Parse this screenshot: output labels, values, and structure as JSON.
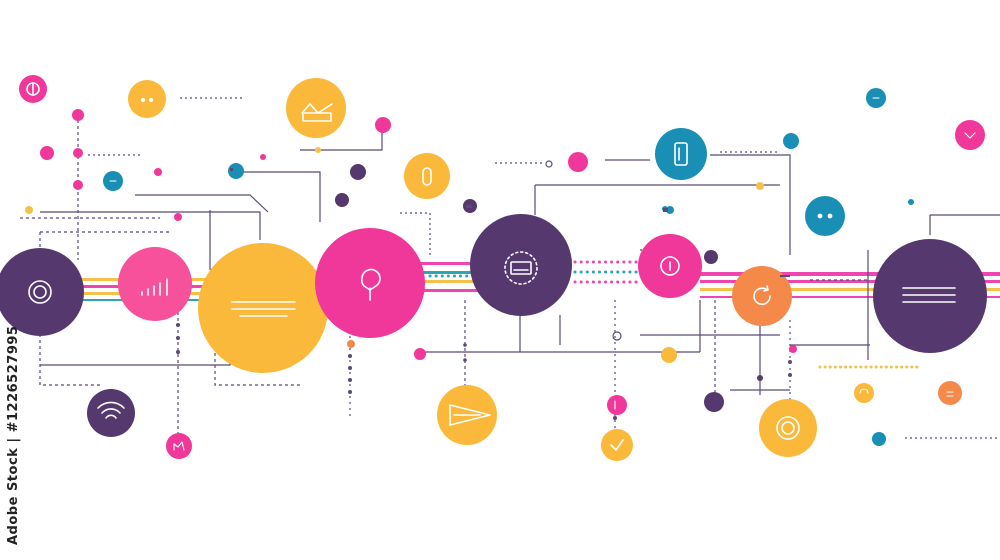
{
  "watermark": {
    "text": "Adobe Stock | #1226527995"
  },
  "palette": {
    "purple": "#54386e",
    "pink": "#f0379a",
    "yellow": "#fab93a",
    "teal": "#1a8fb5",
    "orange": "#f5894a",
    "line": "#5a4a78",
    "stripe_pink": "#ee45b0",
    "stripe_yellow": "#f4c24a",
    "stripe_teal": "#2fa4b4"
  },
  "nodes": [
    {
      "id": "purple-circle-left",
      "color": "purple",
      "icon": "target-icon"
    },
    {
      "id": "pink-circle-signal",
      "color": "pink",
      "icon": "signal-bars-icon"
    },
    {
      "id": "yellow-circle-large",
      "color": "yellow",
      "icon": "text-lines-icon"
    },
    {
      "id": "pink-circle-large",
      "color": "pink",
      "icon": "location-pin-icon"
    },
    {
      "id": "purple-circle-center",
      "color": "purple",
      "icon": "monitor-icon"
    },
    {
      "id": "pink-circle-mid",
      "color": "pink",
      "icon": "info-icon"
    },
    {
      "id": "orange-circle-refresh",
      "color": "orange",
      "icon": "refresh-icon"
    },
    {
      "id": "purple-circle-right",
      "color": "purple",
      "icon": "text-lines-icon"
    },
    {
      "id": "yellow-circle-top",
      "color": "yellow",
      "icon": "tray-icon"
    },
    {
      "id": "teal-circle-top",
      "color": "teal",
      "icon": "document-icon"
    },
    {
      "id": "yellow-circle-pill",
      "color": "yellow",
      "icon": "capsule-icon"
    },
    {
      "id": "teal-circle-right",
      "color": "teal",
      "icon": "ellipsis-icon"
    },
    {
      "id": "purple-circle-wifi",
      "color": "purple",
      "icon": "wifi-icon"
    },
    {
      "id": "yellow-circle-play",
      "color": "yellow",
      "icon": "play-icon"
    },
    {
      "id": "yellow-circle-target",
      "color": "yellow",
      "icon": "target-icon"
    },
    {
      "id": "yellow-circle-check",
      "color": "yellow",
      "icon": "check-icon"
    },
    {
      "id": "yellow-circle-dots",
      "color": "yellow",
      "icon": "ellipsis-icon"
    },
    {
      "id": "pink-circle-topleft",
      "color": "pink",
      "icon": "target-icon"
    }
  ]
}
